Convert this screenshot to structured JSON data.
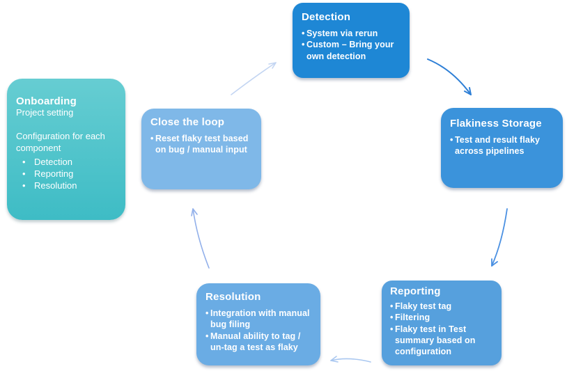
{
  "diagram": {
    "background": "#FFFFFF",
    "nodes": [
      {
        "id": "detection",
        "title": "Detection",
        "bullets": [
          "System via rerun",
          "Custom – Bring your own detection"
        ],
        "color": "#1E87D5"
      },
      {
        "id": "flakiness-storage",
        "title": "Flakiness Storage",
        "bullets": [
          "Test and result flaky across pipelines"
        ],
        "color": "#3B93DB"
      },
      {
        "id": "reporting",
        "title": "Reporting",
        "bullets": [
          "Flaky test tag",
          "Filtering",
          "Flaky test in Test summary based on configuration"
        ],
        "color": "#56A0DD"
      },
      {
        "id": "resolution",
        "title": "Resolution",
        "bullets": [
          "Integration with manual bug filing",
          "Manual ability to tag / un-tag a test as flaky"
        ],
        "color": "#6AACE4"
      },
      {
        "id": "close-the-loop",
        "title": "Close the loop",
        "bullets": [
          "Reset flaky test based on bug / manual input"
        ],
        "color": "#7FB8E8"
      }
    ],
    "onboarding": {
      "title": "Onboarding",
      "subtitle": "Project setting",
      "description": "Configuration for each component",
      "bullets": [
        "Detection",
        "Reporting",
        "Resolution"
      ],
      "gradient_top": "#66CDD2",
      "gradient_bottom": "#3EBCC5"
    },
    "arrows": [
      {
        "name": "close-loop-to-detection",
        "color": "#C3D5F2"
      },
      {
        "name": "detection-to-storage",
        "color": "#2E7FD6"
      },
      {
        "name": "storage-to-reporting",
        "color": "#4A90E2"
      },
      {
        "name": "reporting-to-resolution",
        "color": "#A9C7F0"
      },
      {
        "name": "resolution-to-close-loop",
        "color": "#92B0EA"
      }
    ]
  }
}
